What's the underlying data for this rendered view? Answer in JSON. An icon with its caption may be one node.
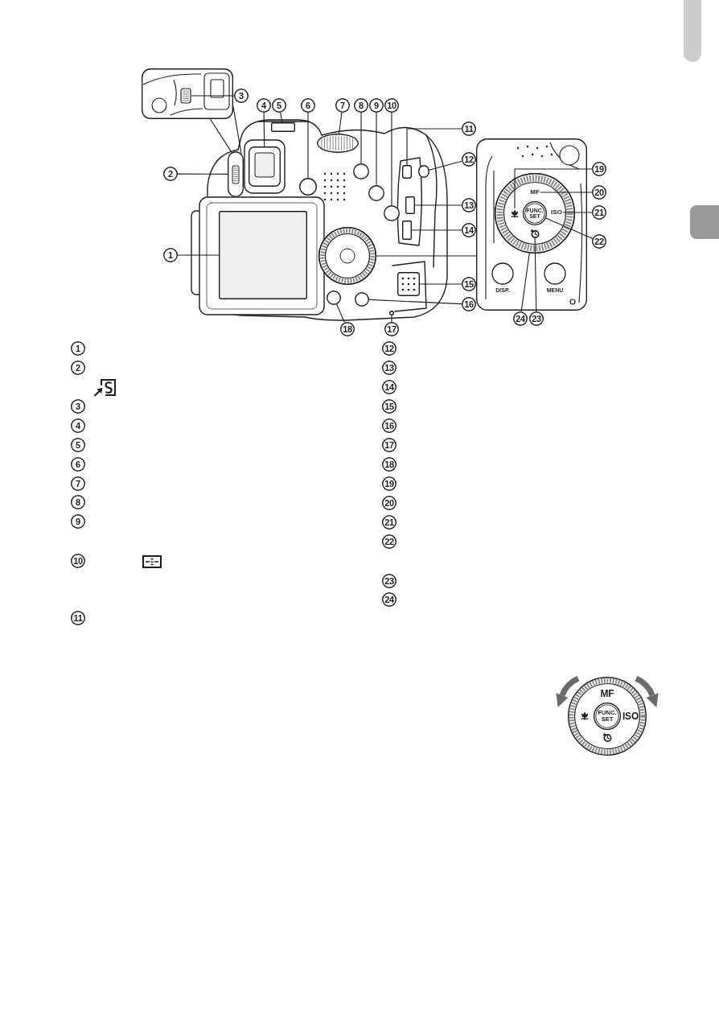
{
  "diagram": {
    "nodes": [
      {
        "text": [],
        "shape": "box"
      },
      {
        "text": [],
        "shape": "picture",
        "in": 0
      },
      {
        "text": [],
        "shape": "box"
      },
      {
        "text": [],
        "shape": "circle",
        "in": 2
      },
      {
        "text": [],
        "shape": "picture",
        "in": 3
      },
      {
        "text": [
          "MF"
        ],
        "in": 3
      },
      {
        "text": [
          "ISO"
        ],
        "in": 3
      },
      {
        "text": [
          "FUNC. SET"
        ],
        "in": 3
      },
      {
        "text": [],
        "shape": "picture",
        "in": 3
      },
      {
        "text": [
          "1"
        ]
      },
      {
        "text": [
          "2"
        ]
      },
      {
        "text": [
          "3"
        ]
      },
      {
        "text": [
          "4"
        ]
      },
      {
        "text": [
          "5"
        ]
      },
      {
        "text": [
          "6"
        ]
      },
      {
        "text": [
          "7"
        ]
      },
      {
        "text": [
          "8"
        ]
      },
      {
        "text": [
          "9"
        ]
      },
      {
        "text": [
          "10"
        ]
      },
      {
        "text": [
          "11"
        ]
      },
      {
        "text": [
          "12"
        ]
      },
      {
        "text": [
          "13"
        ]
      },
      {
        "text": [
          "14"
        ]
      },
      {
        "text": [
          "15"
        ]
      },
      {
        "text": [
          "16"
        ]
      },
      {
        "text": [
          "17"
        ]
      },
      {
        "text": [
          "18"
        ]
      },
      {
        "text": [
          "19"
        ]
      },
      {
        "text": [
          "20"
        ]
      },
      {
        "text": [
          "21"
        ]
      },
      {
        "text": [
          "22"
        ]
      },
      {
        "text": [
          "23"
        ]
      },
      {
        "text": [
          "24"
        ]
      },
      {
        "text": [],
        "shape": "box"
      },
      {
        "text": [],
        "shape": "box"
      },
      {
        "text": [],
        "shape": "box"
      },
      {
        "text": [],
        "shape": "box"
      },
      {
        "text": [],
        "shape": "circle"
      },
      {
        "text": [],
        "shape": "circle"
      },
      {
        "text": [],
        "shape": "circle"
      },
      {
        "text": [],
        "shape": "circle"
      },
      {
        "text": [],
        "shape": "circle"
      },
      {
        "text": [],
        "shape": "box"
      },
      {
        "text": [],
        "shape": "circle"
      },
      {
        "text": [],
        "shape": "box"
      },
      {
        "text": [],
        "shape": "box"
      },
      {
        "text": [],
        "shape": "box"
      },
      {
        "text": [],
        "shape": "circle"
      },
      {
        "text": [],
        "shape": "circle"
      },
      {
        "text": [],
        "shape": "circle"
      },
      {
        "text": [],
        "shape": "circle"
      },
      {
        "text": [
          "1"
        ]
      },
      {
        "text": [
          "2"
        ]
      },
      {
        "text": [
          "3"
        ]
      },
      {
        "text": [
          "4"
        ]
      },
      {
        "text": [
          "5"
        ]
      },
      {
        "text": [
          "6"
        ]
      },
      {
        "text": [
          "7"
        ]
      },
      {
        "text": [
          "8"
        ]
      },
      {
        "text": [
          "9"
        ]
      },
      {
        "text": [
          "10"
        ]
      },
      {
        "text": [
          "11"
        ]
      },
      {
        "text": [
          "12"
        ]
      },
      {
        "text": [
          "13"
        ]
      },
      {
        "text": [
          "14"
        ]
      },
      {
        "text": [
          "15"
        ]
      },
      {
        "text": [
          "16"
        ]
      },
      {
        "text": [
          "17"
        ]
      },
      {
        "text": [
          "18"
        ]
      },
      {
        "text": [
          "19"
        ]
      },
      {
        "text": [
          "20"
        ]
      },
      {
        "text": [
          "21"
        ]
      },
      {
        "text": [
          "22"
        ]
      },
      {
        "text": [
          "23"
        ]
      },
      {
        "text": [
          "24"
        ]
      },
      {
        "text": [
          "MF",
          "ISO"
        ]
      },
      {
        "text": [
          "FUNC. SET"
        ],
        "in": 75
      }
    ],
    "edges": [
      {
        "from": 9,
        "to": 33,
        "arrow": "none"
      },
      {
        "from": 10,
        "to": 34,
        "arrow": "none"
      },
      {
        "from": 11,
        "to": 1,
        "arrow": "none"
      },
      {
        "from": 12,
        "to": 35,
        "arrow": "none"
      },
      {
        "from": 13,
        "to": 36,
        "arrow": "none"
      },
      {
        "from": 14,
        "to": 37,
        "arrow": "none"
      },
      {
        "from": 15,
        "to": 38,
        "arrow": "none"
      },
      {
        "from": 16,
        "to": 39,
        "arrow": "none"
      },
      {
        "from": 17,
        "to": 40,
        "arrow": "none"
      },
      {
        "from": 18,
        "to": 41,
        "arrow": "none"
      },
      {
        "from": 19,
        "to": 42,
        "arrow": "none"
      },
      {
        "from": 20,
        "to": 43,
        "arrow": "none"
      },
      {
        "from": 21,
        "to": 44,
        "arrow": "none"
      },
      {
        "from": 22,
        "to": 45,
        "arrow": "none"
      },
      {
        "from": 23,
        "to": 46,
        "arrow": "none"
      },
      {
        "from": 24,
        "to": 47,
        "arrow": "none"
      },
      {
        "from": 25,
        "to": 48,
        "arrow": "none"
      },
      {
        "from": 26,
        "to": 49,
        "arrow": "none"
      },
      {
        "from": 27,
        "to": 4,
        "arrow": "none"
      },
      {
        "from": 28,
        "to": 5,
        "arrow": "none"
      },
      {
        "from": 29,
        "to": 6,
        "arrow": "none"
      },
      {
        "from": 30,
        "to": 7,
        "arrow": "none"
      },
      {
        "from": 31,
        "to": 8,
        "arrow": "none"
      },
      {
        "from": 32,
        "to": 3,
        "arrow": "none"
      },
      {
        "from": 0,
        "to": 34,
        "arrow": "none"
      },
      {
        "from": 0,
        "to": 34,
        "arrow": "none"
      },
      {
        "from": 2,
        "to": 50,
        "arrow": "none"
      }
    ],
    "labels": [
      "DISP.",
      "MENU"
    ]
  }
}
